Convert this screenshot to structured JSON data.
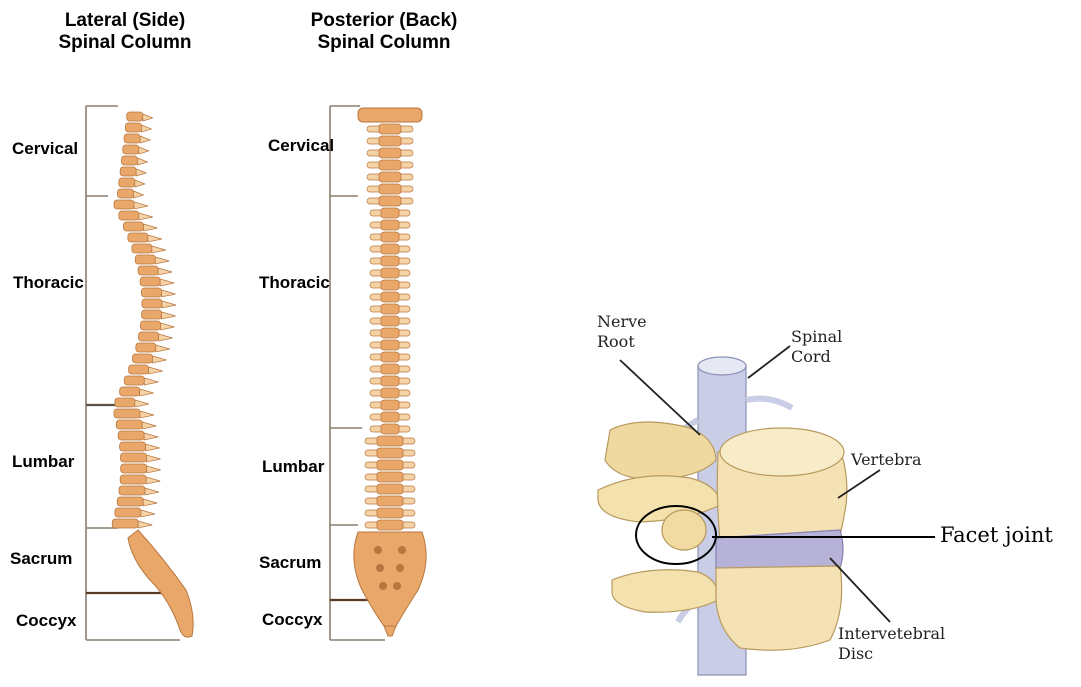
{
  "lateral": {
    "title_line1": "Lateral (Side)",
    "title_line2": "Spinal Column",
    "regions": {
      "cervical": "Cervical",
      "thoracic": "Thoracic",
      "lumbar": "Lumbar",
      "sacrum": "Sacrum",
      "coccyx": "Coccyx"
    }
  },
  "posterior": {
    "title_line1": "Posterior (Back)",
    "title_line2": "Spinal Column",
    "regions": {
      "cervical": "Cervical",
      "thoracic": "Thoracic",
      "lumbar": "Lumbar",
      "sacrum": "Sacrum",
      "coccyx": "Coccyx"
    }
  },
  "detail": {
    "nerve_root_line1": "Nerve",
    "nerve_root_line2": "Root",
    "spinal_cord_line1": "Spinal",
    "spinal_cord_line2": "Cord",
    "vertebra": "Vertebra",
    "facet_joint": "Facet joint",
    "disc_line1": "Intervetebral",
    "disc_line2": "Disc"
  },
  "colors": {
    "bone": "#e9a86a",
    "bone_dark": "#b8763f",
    "bone_light": "#f6d3a6",
    "disc": "#b6b2d8",
    "cord": "#c9cde6",
    "bracket": "#8a7d6e"
  }
}
